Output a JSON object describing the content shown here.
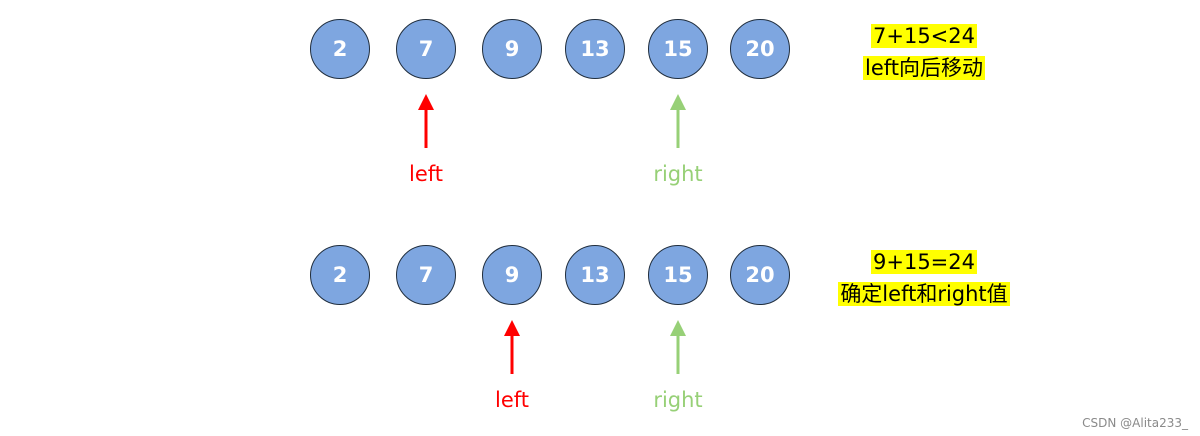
{
  "colors": {
    "node_fill": "#7EA6E0",
    "node_stroke": "#1f2d3d",
    "left_pointer": "#FF0000",
    "right_pointer": "#97D077",
    "note_highlight": "#FFFF00"
  },
  "steps": [
    {
      "nodes": [
        "2",
        "7",
        "9",
        "13",
        "15",
        "20"
      ],
      "note": {
        "line1": "7+15<24",
        "line2": "left向后移动"
      },
      "left_pointer": {
        "label": "left",
        "index": 1
      },
      "right_pointer": {
        "label": "right",
        "index": 4
      }
    },
    {
      "nodes": [
        "2",
        "7",
        "9",
        "13",
        "15",
        "20"
      ],
      "note": {
        "line1": "9+15=24",
        "line2": "确定left和right值"
      },
      "left_pointer": {
        "label": "left",
        "index": 2
      },
      "right_pointer": {
        "label": "right",
        "index": 4
      }
    }
  ],
  "watermark": "CSDN @Alita233_"
}
